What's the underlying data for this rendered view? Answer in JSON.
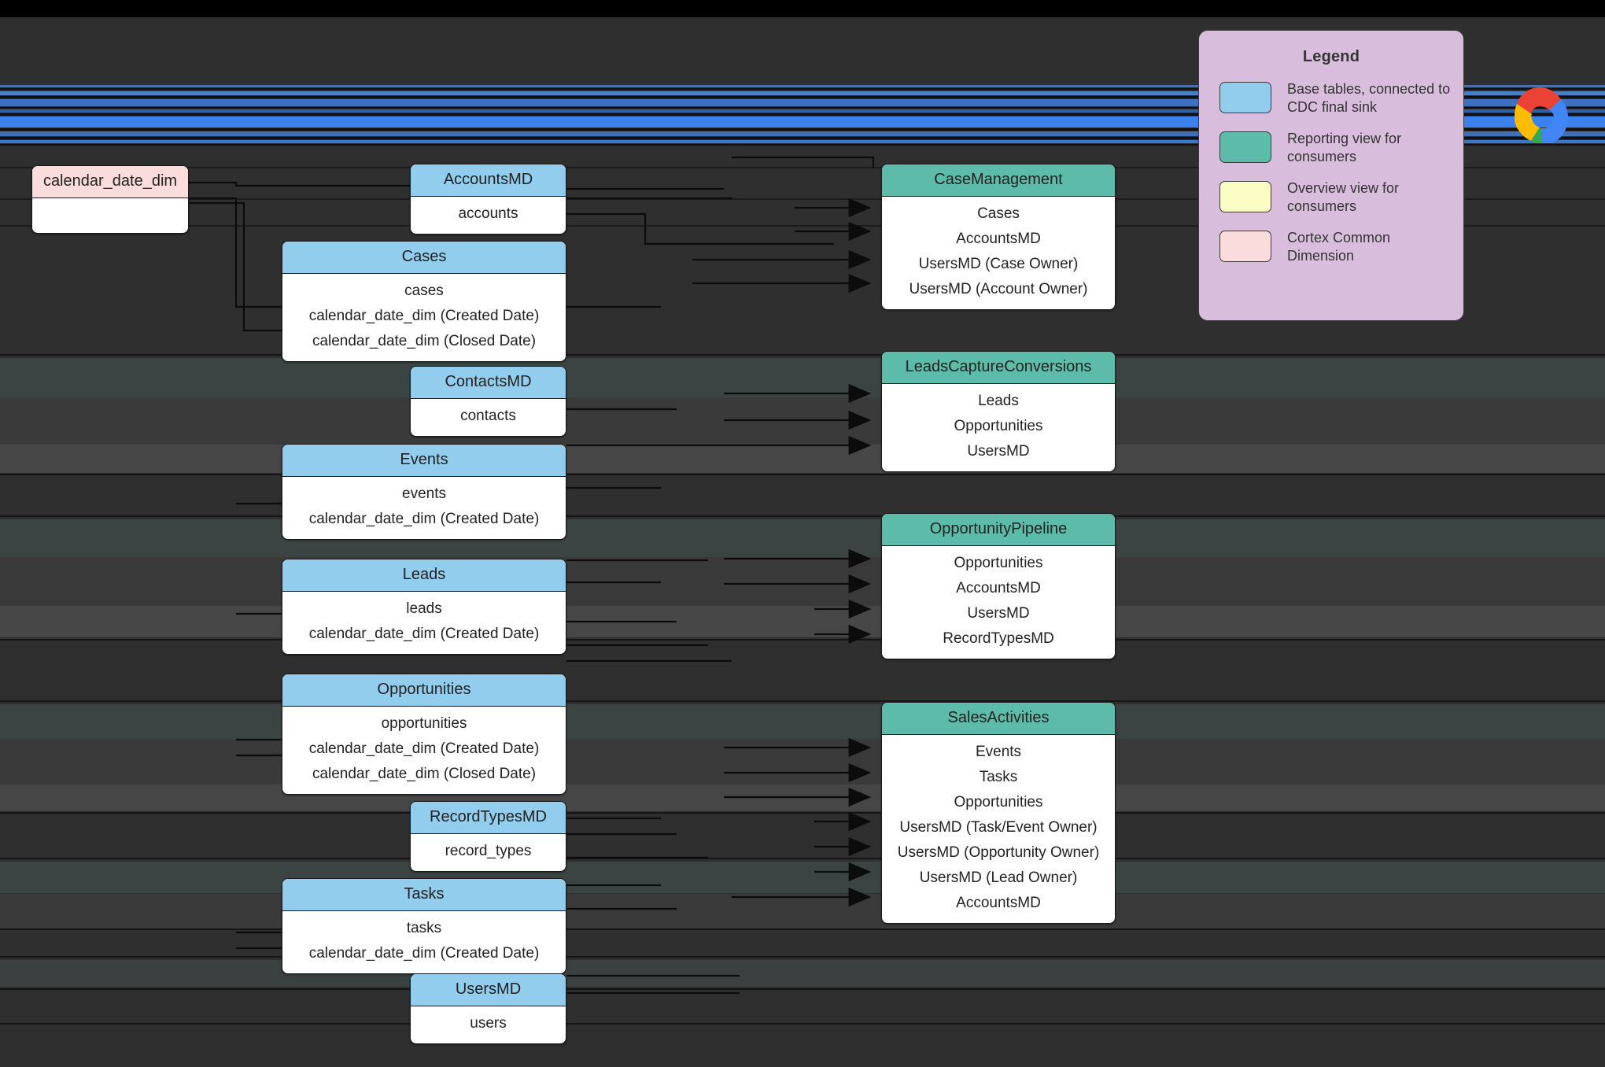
{
  "colors": {
    "background": "#2f2f2f",
    "base_table": "#93cdee",
    "reporting_view": "#5cbca9",
    "overview_view": "#fbfbc4",
    "cortex_dimension": "#fadcdc",
    "legend_bg": "#d9bddd",
    "edge": "#111111",
    "text": "#222222"
  },
  "legend": {
    "title": "Legend",
    "items": [
      {
        "swatch": "#93cdee",
        "label": "Base tables, connected to CDC final sink"
      },
      {
        "swatch": "#5cbca9",
        "label": "Reporting view for consumers"
      },
      {
        "swatch": "#fbfbc4",
        "label": "Overview view for consumers"
      },
      {
        "swatch": "#fadcdc",
        "label": "Cortex Common Dimension"
      }
    ]
  },
  "logo": {
    "name": "google-cloud-logo"
  },
  "nodes": {
    "calendar_date_dim": {
      "title": "calendar_date_dim",
      "kind": "cortex_dimension",
      "rows": [
        ""
      ]
    },
    "accountsmd": {
      "title": "AccountsMD",
      "kind": "base_table",
      "rows": [
        "accounts"
      ]
    },
    "cases": {
      "title": "Cases",
      "kind": "base_table",
      "rows": [
        "cases",
        "calendar_date_dim (Created Date)",
        "calendar_date_dim (Closed Date)"
      ]
    },
    "contactsmd": {
      "title": "ContactsMD",
      "kind": "base_table",
      "rows": [
        "contacts"
      ]
    },
    "events": {
      "title": "Events",
      "kind": "base_table",
      "rows": [
        "events",
        "calendar_date_dim (Created Date)"
      ]
    },
    "leads": {
      "title": "Leads",
      "kind": "base_table",
      "rows": [
        "leads",
        "calendar_date_dim (Created Date)"
      ]
    },
    "opportunities": {
      "title": "Opportunities",
      "kind": "base_table",
      "rows": [
        "opportunities",
        "calendar_date_dim (Created Date)",
        "calendar_date_dim (Closed Date)"
      ]
    },
    "recordtypesmd": {
      "title": "RecordTypesMD",
      "kind": "base_table",
      "rows": [
        "record_types"
      ]
    },
    "tasks": {
      "title": "Tasks",
      "kind": "base_table",
      "rows": [
        "tasks",
        "calendar_date_dim (Created Date)"
      ]
    },
    "usersmd": {
      "title": "UsersMD",
      "kind": "base_table",
      "rows": [
        "users"
      ]
    },
    "casemanagement": {
      "title": "CaseManagement",
      "kind": "reporting_view",
      "rows": [
        "Cases",
        "AccountsMD",
        "UsersMD (Case Owner)",
        "UsersMD (Account Owner)"
      ]
    },
    "leadscaptureconversions": {
      "title": "LeadsCaptureConversions",
      "kind": "reporting_view",
      "rows": [
        "Leads",
        "Opportunities",
        "UsersMD"
      ]
    },
    "opportunitypipeline": {
      "title": "OpportunityPipeline",
      "kind": "reporting_view",
      "rows": [
        "Opportunities",
        "AccountsMD",
        "UsersMD",
        "RecordTypesMD"
      ]
    },
    "salesactivities": {
      "title": "SalesActivities",
      "kind": "reporting_view",
      "rows": [
        "Events",
        "Tasks",
        "Opportunities",
        "UsersMD (Task/Event Owner)",
        "UsersMD (Opportunity Owner)",
        "UsersMD (Lead Owner)",
        "AccountsMD"
      ]
    }
  }
}
